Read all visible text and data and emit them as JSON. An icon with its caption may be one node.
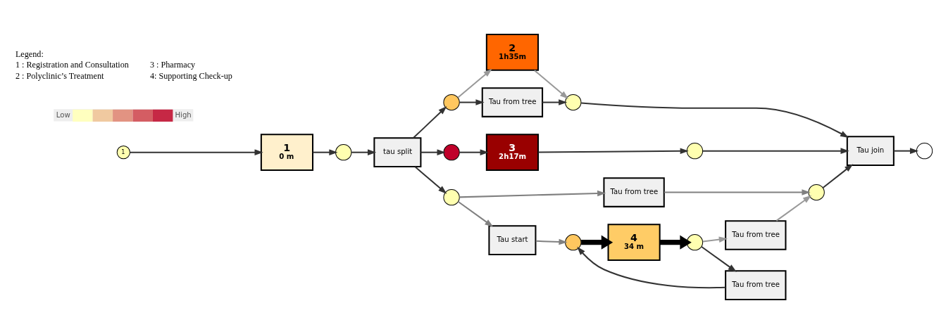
{
  "diagram": {
    "nodes": [
      {
        "text": [
          "1"
        ]
      },
      {
        "text": [
          "1",
          "0 m"
        ]
      },
      {
        "text": [],
        "shape": "circle"
      },
      {
        "text": [
          "tau split"
        ]
      },
      {
        "text": [],
        "shape": "circle"
      },
      {
        "text": [],
        "shape": "circle"
      },
      {
        "text": [],
        "shape": "circle"
      },
      {
        "text": [
          "2",
          "1h35m"
        ]
      },
      {
        "text": [
          "Tau from tree"
        ]
      },
      {
        "text": [
          "3",
          "2h17m"
        ]
      },
      {
        "text": [
          "Tau from tree"
        ]
      },
      {
        "text": [
          "Tau start"
        ]
      },
      {
        "text": [],
        "shape": "circle"
      },
      {
        "text": [],
        "shape": "circle"
      },
      {
        "text": [],
        "shape": "circle"
      },
      {
        "text": [
          "4",
          "34 m"
        ]
      },
      {
        "text": [],
        "shape": "circle"
      },
      {
        "text": [
          "Tau from tree"
        ]
      },
      {
        "text": [
          "Tau from tree"
        ]
      },
      {
        "text": [],
        "shape": "circle"
      },
      {
        "text": [
          "Tau join"
        ]
      },
      {
        "text": [],
        "shape": "circle"
      }
    ],
    "edges": [
      {
        "from": 0,
        "to": 1,
        "arrow": "to"
      },
      {
        "from": 1,
        "to": 2,
        "arrow": "to"
      },
      {
        "from": 2,
        "to": 3,
        "arrow": "to"
      },
      {
        "from": 3,
        "to": 4,
        "arrow": "to"
      },
      {
        "from": 3,
        "to": 5,
        "arrow": "to"
      },
      {
        "from": 3,
        "to": 6,
        "arrow": "to"
      },
      {
        "from": 4,
        "to": 7,
        "arrow": "to",
        "color": "#999999"
      },
      {
        "from": 4,
        "to": 8,
        "arrow": "to"
      },
      {
        "from": 5,
        "to": 9,
        "arrow": "to"
      },
      {
        "from": 6,
        "to": 10,
        "arrow": "to",
        "color": "#808080"
      },
      {
        "from": 6,
        "to": 11,
        "arrow": "to",
        "color": "#808080"
      },
      {
        "from": 7,
        "to": 12,
        "arrow": "to",
        "color": "#999999"
      },
      {
        "from": 8,
        "to": 12,
        "arrow": "to"
      },
      {
        "from": 9,
        "to": 13,
        "arrow": "to"
      },
      {
        "from": 10,
        "to": 19,
        "arrow": "to",
        "color": "#808080"
      },
      {
        "from": 11,
        "to": 14,
        "arrow": "to",
        "color": "#808080"
      },
      {
        "from": 14,
        "to": 15,
        "arrow": "to",
        "style": "thick",
        "color": "#000000"
      },
      {
        "from": 15,
        "to": 16,
        "arrow": "to",
        "style": "thick",
        "color": "#000000"
      },
      {
        "from": 16,
        "to": 17,
        "arrow": "to",
        "color": "#999999"
      },
      {
        "from": 16,
        "to": 18,
        "arrow": "to"
      },
      {
        "from": 18,
        "to": 14,
        "arrow": "to"
      },
      {
        "from": 17,
        "to": 19,
        "arrow": "to",
        "color": "#999999"
      },
      {
        "from": 12,
        "to": 20,
        "arrow": "to"
      },
      {
        "from": 13,
        "to": 20,
        "arrow": "to"
      },
      {
        "from": 19,
        "to": 20,
        "arrow": "to"
      },
      {
        "from": 20,
        "to": 21,
        "arrow": "to"
      }
    ],
    "labels": [
      "Legend:",
      "1 : Registration and Consultation",
      "3 : Pharmacy",
      "2 : Polyclinic’s Treatment",
      "4: Supporting Check-up"
    ],
    "legend": [
      {
        "text": "Low",
        "color": "#ffffbf"
      },
      {
        "text": "High",
        "color": "#c62845"
      }
    ]
  }
}
